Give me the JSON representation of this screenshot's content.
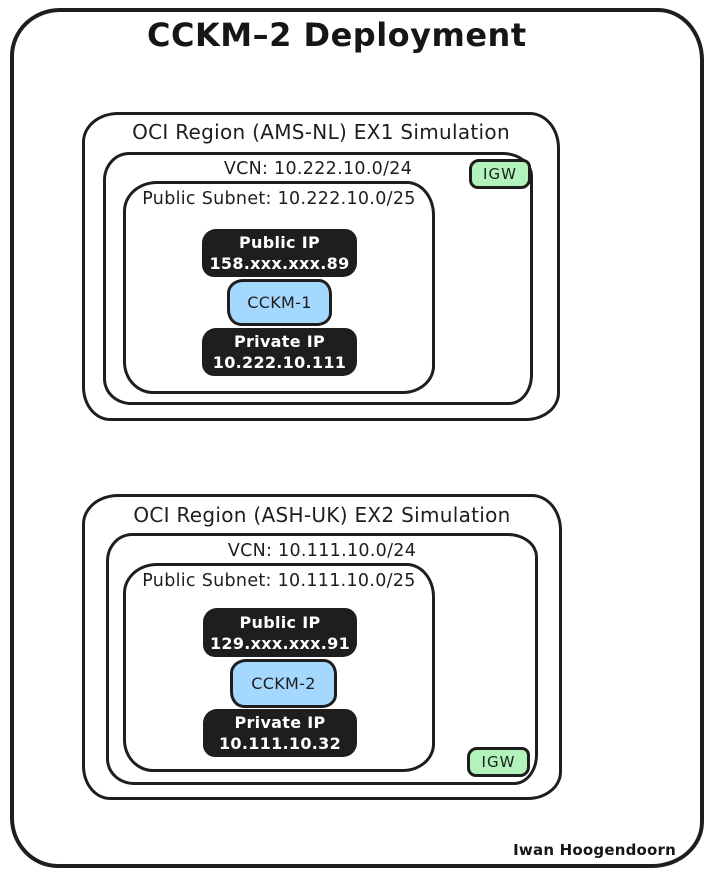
{
  "page": {
    "title": "CCKM–2 Deployment",
    "signature": "Iwan Hoogendoorn"
  },
  "colors": {
    "ink": "#1e1e1e",
    "instance_blue": "#a5d8ff",
    "igw_green": "#b2f2bb",
    "pill_text": "#ffffff"
  },
  "regions": [
    {
      "title": "OCI Region (AMS-NL) EX1 Simulation",
      "vcn_label": "VCN: 10.222.10.0/24",
      "subnet_label": "Public Subnet: 10.222.10.0/25",
      "public_ip_label": "Public IP",
      "public_ip_value": "158.xxx.xxx.89",
      "instance_label": "CCKM-1",
      "private_ip_label": "Private IP",
      "private_ip_value": "10.222.10.111",
      "igw_label": "IGW",
      "igw_position": "top-right"
    },
    {
      "title": "OCI Region (ASH-UK) EX2 Simulation",
      "vcn_label": "VCN: 10.111.10.0/24",
      "subnet_label": "Public Subnet: 10.111.10.0/25",
      "public_ip_label": "Public IP",
      "public_ip_value": "129.xxx.xxx.91",
      "instance_label": "CCKM-2",
      "private_ip_label": "Private IP",
      "private_ip_value": "10.111.10.32",
      "igw_label": "IGW",
      "igw_position": "bottom-right"
    }
  ]
}
